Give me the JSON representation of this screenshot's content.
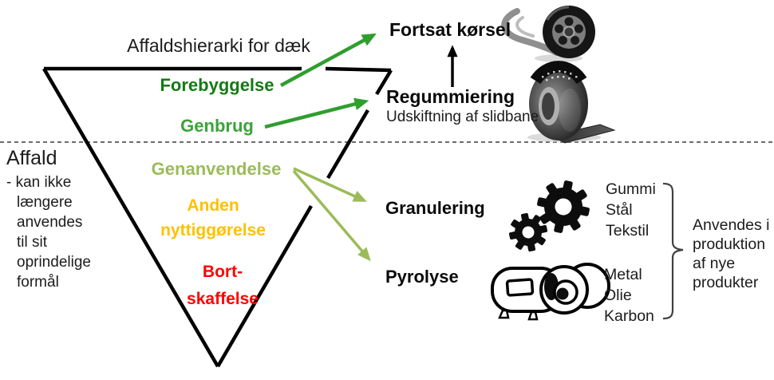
{
  "title": "Affaldshierarki for dæk",
  "waste_note": {
    "heading": "Affald",
    "lines": [
      "- kan ikke",
      "længere",
      "anvendes",
      "til sit",
      "oprindelige",
      "formål"
    ]
  },
  "pyramid": {
    "levels": [
      {
        "id": "forebyggelse",
        "lines": [
          "Forebyggelse"
        ],
        "color": "#147a14"
      },
      {
        "id": "genbrug",
        "lines": [
          "Genbrug"
        ],
        "color": "#3aa33a"
      },
      {
        "id": "genanvendelse",
        "lines": [
          "Genanvendelse"
        ],
        "color": "#9bbb59"
      },
      {
        "id": "anden-nyttiggoerelse",
        "lines": [
          "Anden",
          "nyttiggørelse"
        ],
        "color": "#ffc000"
      },
      {
        "id": "bortskaffelse",
        "lines": [
          "Bort-",
          "skaffelse"
        ],
        "color": "#ff0000"
      }
    ]
  },
  "destinations": {
    "fortsat_koersel": {
      "label": "Fortsat kørsel",
      "icon": "tire-rolling-icon"
    },
    "regummiering": {
      "label": "Regummiering",
      "subtitle": "Udskiftning af slidbane",
      "icon": "tire-retread-icon"
    },
    "granulering": {
      "label": "Granulering",
      "icon": "gears-icon",
      "outputs": [
        "Gummi",
        "Stål",
        "Tekstil"
      ]
    },
    "pyrolyse": {
      "label": "Pyrolyse",
      "icon": "pyrolysis-drum-icon",
      "outputs": [
        "Metal",
        "Olie",
        "Karbon"
      ]
    }
  },
  "production_note": {
    "lines": [
      "Anvendes i",
      "produktion",
      "af nye",
      "produkter"
    ]
  },
  "relations": [
    {
      "from": "Forebyggelse",
      "to": "Fortsat kørsel",
      "color": "#2f9e2f"
    },
    {
      "from": "Genbrug",
      "to": "Regummiering",
      "color": "#2f9e2f"
    },
    {
      "from": "Genanvendelse",
      "to": "Granulering",
      "color": "#9bbb59"
    },
    {
      "from": "Genanvendelse",
      "to": "Pyrolyse",
      "color": "#9bbb59"
    },
    {
      "from": "Regummiering",
      "to": "Fortsat kørsel",
      "color": "#000000"
    }
  ],
  "colors": {
    "dark_green": "#147a14",
    "mid_green": "#3aa33a",
    "arrow_green": "#2f9e2f",
    "light_green": "#9bbb59",
    "orange": "#ffc000",
    "red": "#ff0000",
    "line_black": "#000000"
  }
}
